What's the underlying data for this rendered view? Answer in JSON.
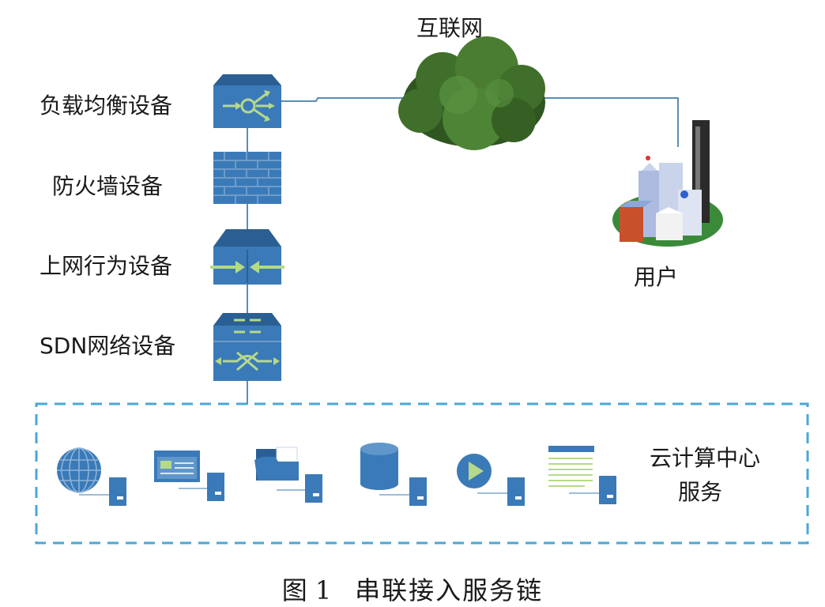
{
  "chain": {
    "internet_label": "互联网",
    "user_label": "用户",
    "devices": [
      {
        "label": "负载均衡设备"
      },
      {
        "label": "防火墙设备"
      },
      {
        "label": "上网行为设备"
      },
      {
        "label": "SDN网络设备"
      }
    ]
  },
  "cloud_center": {
    "label_line1": "云计算中心",
    "label_line2": "服务"
  },
  "caption": {
    "figure": "图",
    "number": "1",
    "title": "串联接入服务链"
  },
  "colors": {
    "device_blue": "#3b7ab8",
    "device_dark": "#2b5f93",
    "link_line": "#5b8db5",
    "dash_border": "#4aa7d4",
    "arrow_green": "#b5d98a",
    "cloud_green": "#3f6f2a"
  }
}
